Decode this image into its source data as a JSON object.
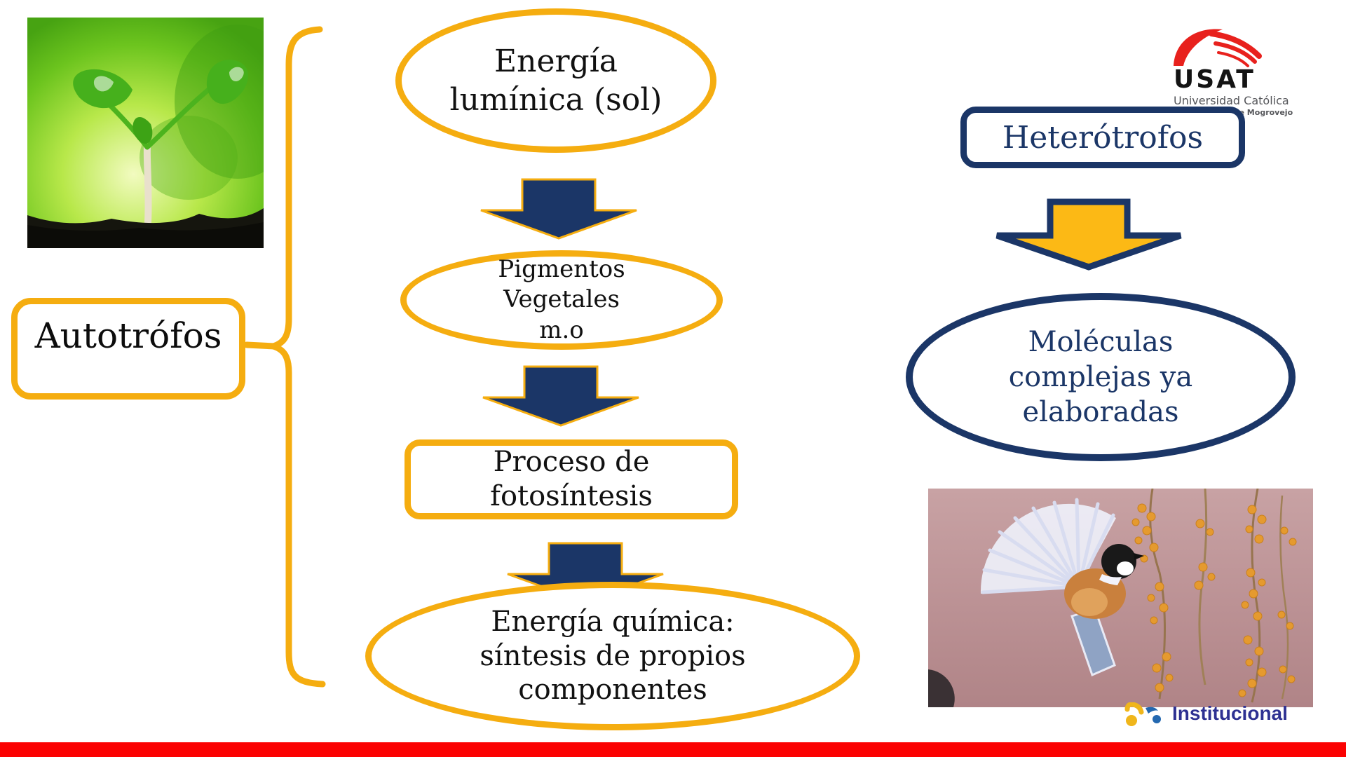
{
  "left_panel": {
    "seedling_photo_desc": "green seedling sprouting from dark soil",
    "autotrofos_label": "Autotrófos"
  },
  "flow": {
    "node1": {
      "line1": "Energía",
      "line2": "lumínica (sol)"
    },
    "node2": {
      "line1": "Pigmentos",
      "line2": "Vegetales",
      "line3": "m.o"
    },
    "node3": {
      "line1": "Proceso de",
      "line2": "fotosíntesis"
    },
    "node4": {
      "line1": "Energía química:",
      "line2": "síntesis de propios",
      "line3": "componentes"
    }
  },
  "right_panel": {
    "usat_logo": {
      "acronym": "USAT",
      "name_line1": "Universidad Católica",
      "name_line2": "Santo Toribio de Mogrovejo"
    },
    "heterotrofos_label": "Heterótrofos",
    "molecules_node": {
      "line1": "Moléculas",
      "line2": "complejas ya",
      "line3": "elaboradas"
    },
    "bird_photo_desc": "bird with spread wings feeding on hanging orange berries",
    "institucional_label": "Institucional"
  },
  "colors": {
    "accent_yellow": "#f5ad10",
    "accent_navy": "#1b3667",
    "arrow_yellow_fill": "#fcb915",
    "footer_red": "#fb0202",
    "usat_red": "#e8211d",
    "institucional_blue": "#2e3192"
  }
}
